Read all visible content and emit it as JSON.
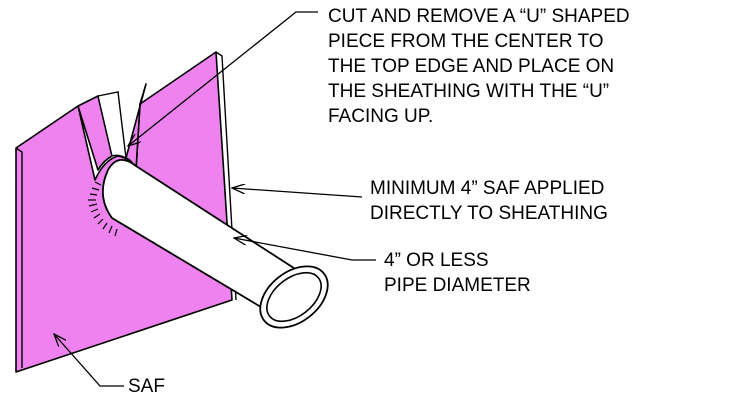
{
  "diagram": {
    "colors": {
      "saf_fill": "#ee82ee",
      "pipe_fill": "#ffffff",
      "line": "#000000"
    },
    "callouts": {
      "cut_note": {
        "line1": "CUT AND REMOVE A “U” SHAPED",
        "line2": "PIECE FROM THE CENTER TO",
        "line3": "THE TOP EDGE AND PLACE ON",
        "line4": "THE SHEATHING WITH THE “U”",
        "line5": "FACING UP."
      },
      "min_note": {
        "line1": "MINIMUM 4” SAF APPLIED",
        "line2": "DIRECTLY TO SHEATHING"
      },
      "pipe_note": {
        "line1": "4” OR LESS",
        "line2": "PIPE DIAMETER"
      },
      "saf_note": {
        "line1": "SAF"
      }
    }
  }
}
